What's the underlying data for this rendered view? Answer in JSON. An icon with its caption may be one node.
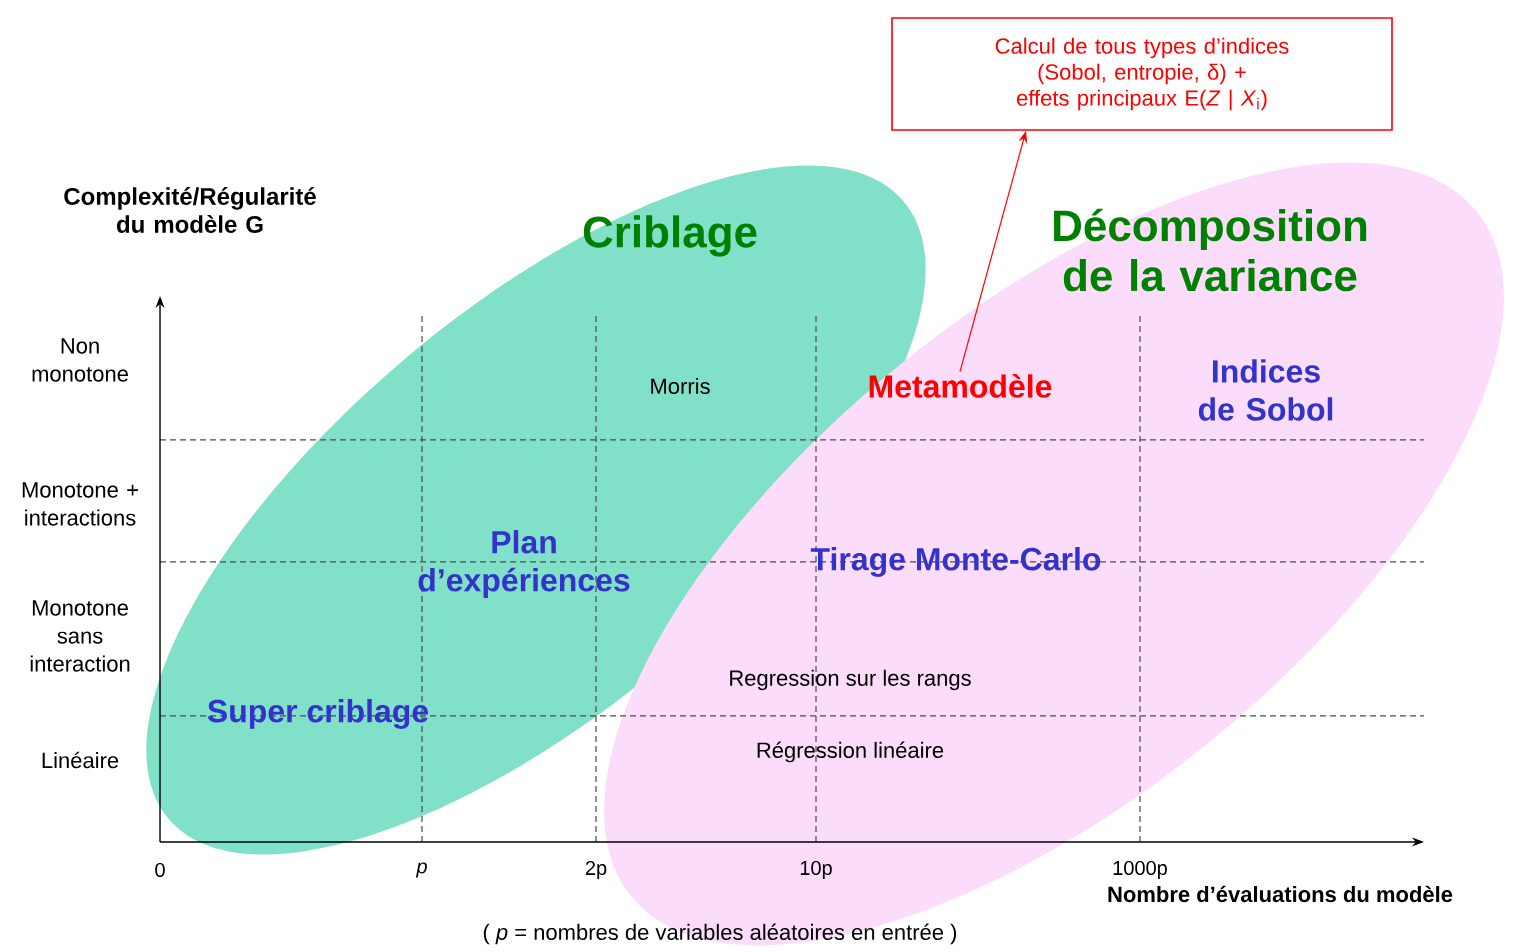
{
  "diagram": {
    "nodes": [
      {
        "text": [
          "Calcul de tous types d’indices (Sobol, entropie, δ) + effets principaux E(*Z* | *X*$_{i}$)"
        ]
      },
      {
        "text": [
          "Metamodèle"
        ],
        "in": 3
      },
      {
        "text": [
          "Criblage"
        ]
      },
      {
        "text": [
          "Décomposition de la variance"
        ]
      }
    ],
    "edges": [
      {
        "from": 1,
        "to": 0,
        "arrow": "to"
      }
    ],
    "labels": [
      "Complexité/Régularité du modèle G",
      "Non monotone",
      "Monotone + interactions",
      "Monotone sans interaction",
      "Linéaire",
      "Morris",
      "Indices de Sobol",
      "Plan d’expériences",
      "Tirage Monte-Carlo",
      "Super criblage",
      "Regression sur les rangs",
      "Régression linéaire",
      "0",
      "*p*",
      "2p",
      "10p",
      "1000p",
      "Nombre d’évaluations du modèle",
      "( *p* = nombres de variables aléatoires en entrée )"
    ]
  }
}
